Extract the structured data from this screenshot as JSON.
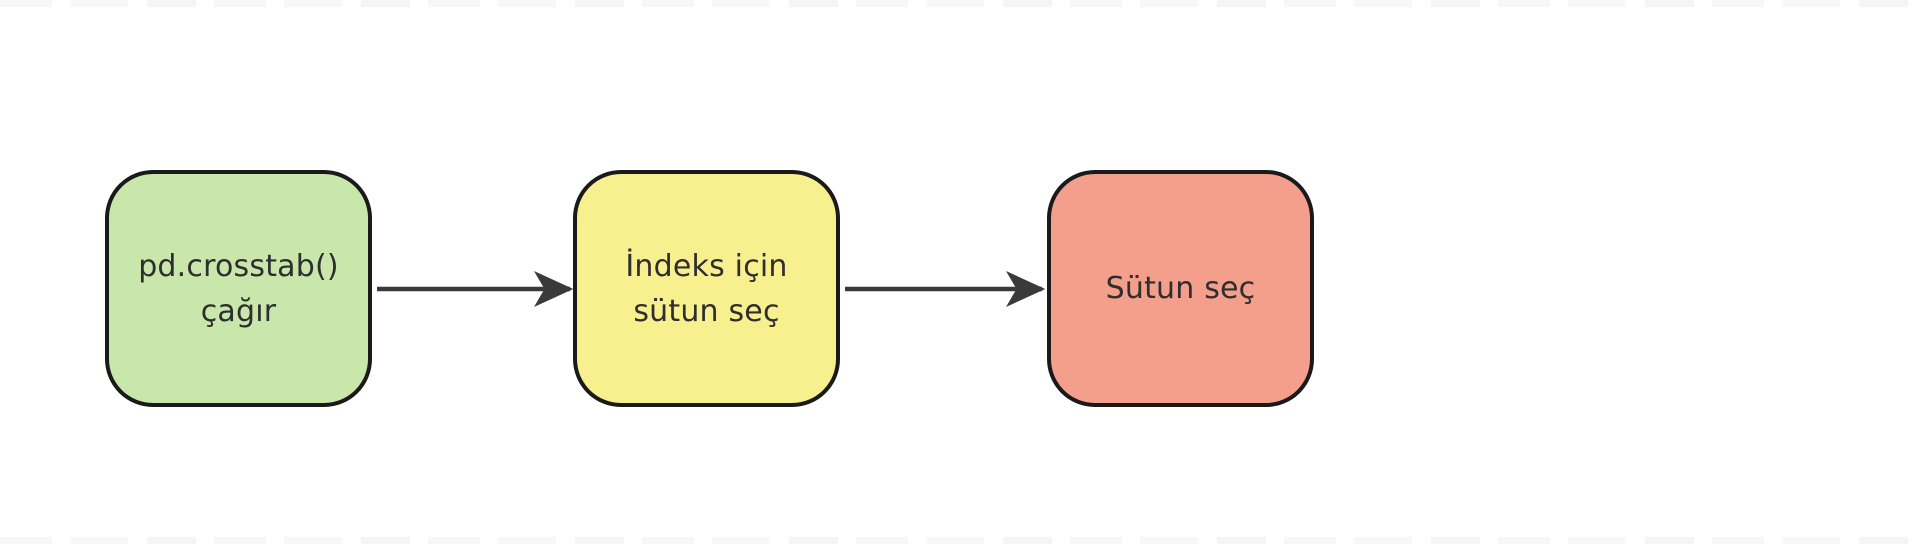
{
  "diagram": {
    "type": "flowchart",
    "direction": "left-to-right",
    "background_color": "#ffffff",
    "node_border_color": "#1a1a1a",
    "arrow_color": "#3a3a3a",
    "text_color": "#2e2e2e",
    "nodes": [
      {
        "id": "call-crosstab",
        "line1": "pd.crosstab()",
        "line2": "çağır",
        "fill": "#c9e7ab"
      },
      {
        "id": "select-index-column",
        "line1": "İndeks için",
        "line2": "sütun seç",
        "fill": "#f8f08e"
      },
      {
        "id": "select-column",
        "line1": "Sütun seç",
        "line2": "",
        "fill": "#f49e8c"
      }
    ],
    "edges": [
      {
        "from": "call-crosstab",
        "to": "select-index-column"
      },
      {
        "from": "select-index-column",
        "to": "select-column"
      }
    ]
  }
}
